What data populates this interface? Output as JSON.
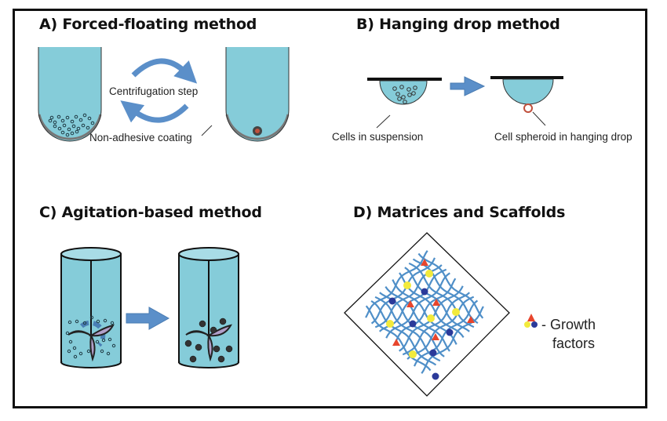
{
  "figure": {
    "panels": [
      {
        "id": "A",
        "title": "A) Forced-floating method",
        "labels": {
          "step": "Centrifugation step",
          "coating": "Non-adhesive coating"
        }
      },
      {
        "id": "B",
        "title": "B) Hanging drop method",
        "labels": {
          "before": "Cells in suspension",
          "after": "Cell spheroid in hanging drop"
        }
      },
      {
        "id": "C",
        "title": "C) Agitation-based method"
      },
      {
        "id": "D",
        "title": "D) Matrices and Scaffolds",
        "legend": {
          "line1": "- Growth",
          "line2": "factors"
        }
      }
    ],
    "colors": {
      "medium": "#85ccd9",
      "arrow": "#5b8fc9",
      "fiber": "#4f8fc8",
      "impeller": "#b19fc9",
      "growth_factor_red": "#e8452c",
      "growth_factor_yellow": "#f2ea3c",
      "growth_factor_blue": "#2b3a9a"
    }
  }
}
